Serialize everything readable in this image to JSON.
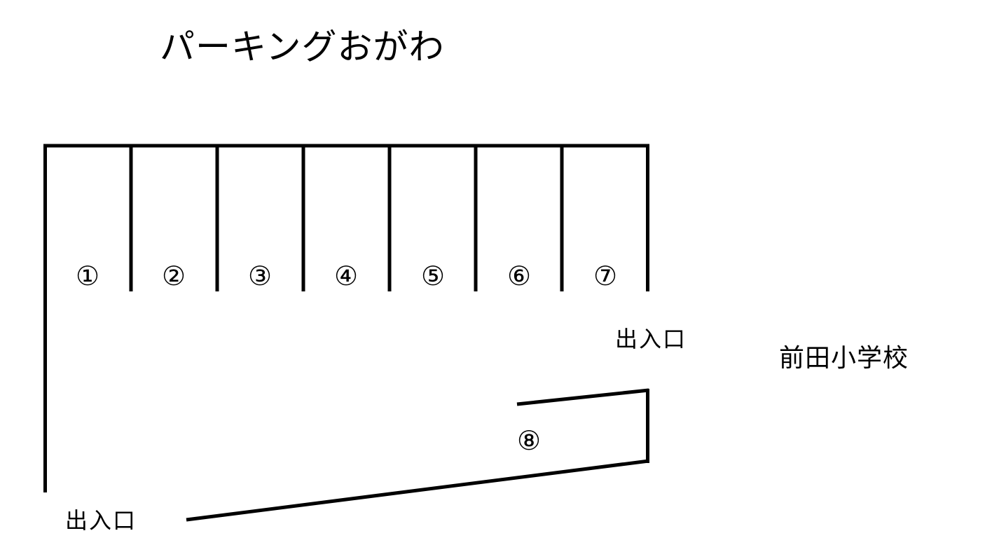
{
  "title": "パーキングおがわ",
  "spaces": [
    {
      "number": "①"
    },
    {
      "number": "②"
    },
    {
      "number": "③"
    },
    {
      "number": "④"
    },
    {
      "number": "⑤"
    },
    {
      "number": "⑥"
    },
    {
      "number": "⑦"
    },
    {
      "number": "⑧"
    }
  ],
  "entrances": {
    "right": "出入口",
    "bottom_left": "出入口"
  },
  "landmark": "前田小学校",
  "colors": {
    "line": "#000000",
    "background": "#ffffff"
  }
}
